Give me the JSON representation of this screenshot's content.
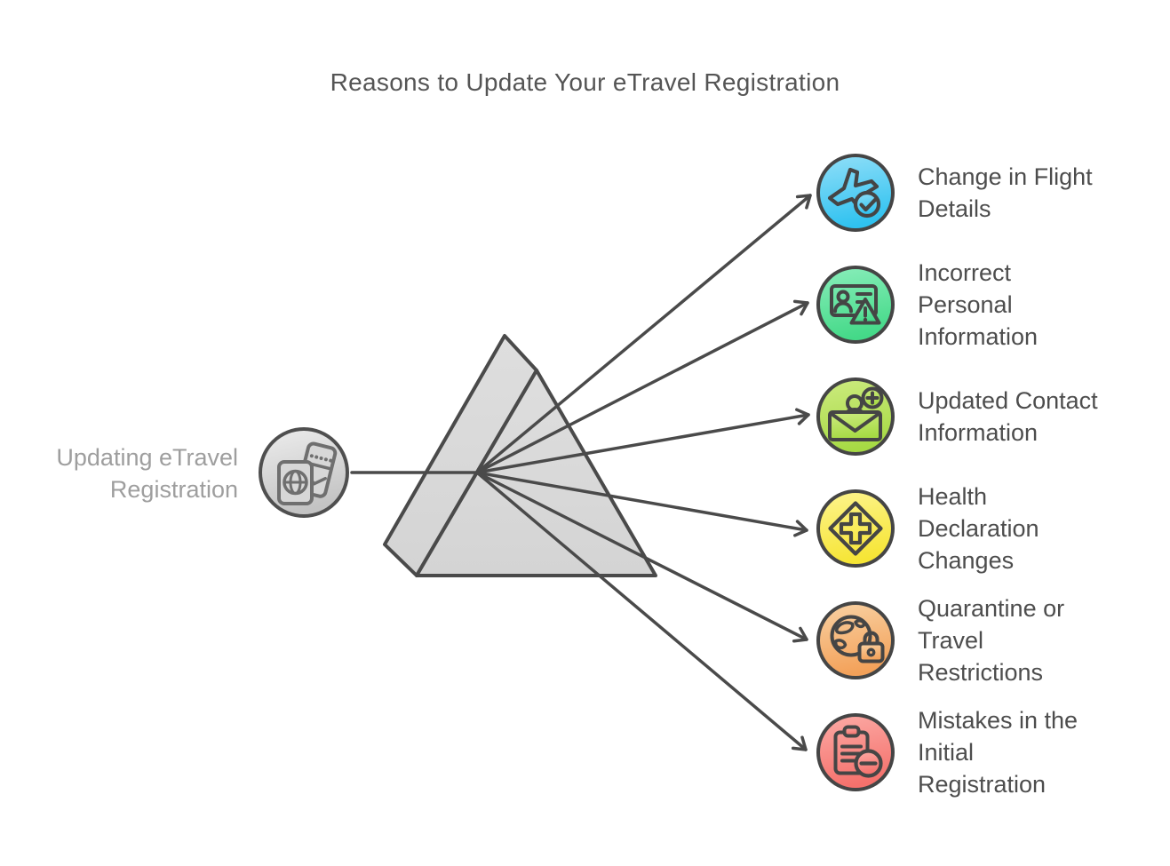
{
  "title": "Reasons to Update Your eTravel Registration",
  "source": {
    "label": "Updating eTravel Registration",
    "lines": [
      "Updating eTravel",
      "Registration"
    ],
    "icon": "passport-ticket-icon",
    "circle_fill": "#d9d9d9",
    "text_color": "#9e9e9e"
  },
  "prism": {
    "shape": "triangular-prism",
    "fill": "#d9d9d9",
    "stroke": "#4a4a4a",
    "ray_count": 6
  },
  "items": [
    {
      "label": "Change in Flight Details",
      "lines": [
        "Change in Flight",
        "Details"
      ],
      "icon": "airplane-check-icon",
      "color": "#2fc2f0",
      "color_light": "#92dff8"
    },
    {
      "label": "Incorrect Personal Information",
      "lines": [
        "Incorrect",
        "Personal",
        "Information"
      ],
      "icon": "id-card-warning-icon",
      "color": "#44d988",
      "color_light": "#8aeebb"
    },
    {
      "label": "Updated Contact Information",
      "lines": [
        "Updated Contact",
        "Information"
      ],
      "icon": "envelope-person-plus-icon",
      "color": "#a6da44",
      "color_light": "#cdeb80"
    },
    {
      "label": "Health Declaration Changes",
      "lines": [
        "Health",
        "Declaration",
        "Changes"
      ],
      "icon": "health-cross-icon",
      "color": "#f6e535",
      "color_light": "#fdf48f"
    },
    {
      "label": "Quarantine or Travel Restrictions",
      "lines": [
        "Quarantine or",
        "Travel",
        "Restrictions"
      ],
      "icon": "globe-lock-icon",
      "color": "#f3a159",
      "color_light": "#f9d2a4"
    },
    {
      "label": "Mistakes in the Initial Registration",
      "lines": [
        "Mistakes in the",
        "Initial",
        "Registration"
      ],
      "icon": "clipboard-minus-icon",
      "color": "#f5716c",
      "color_light": "#fcaba6"
    }
  ],
  "colors": {
    "background": "#ffffff",
    "line_stroke": "#4a4a4a",
    "icon_stroke": "#454545",
    "title_text": "#555555",
    "item_text": "#4d4d4d",
    "prism_fill": "#d9d9d9"
  }
}
